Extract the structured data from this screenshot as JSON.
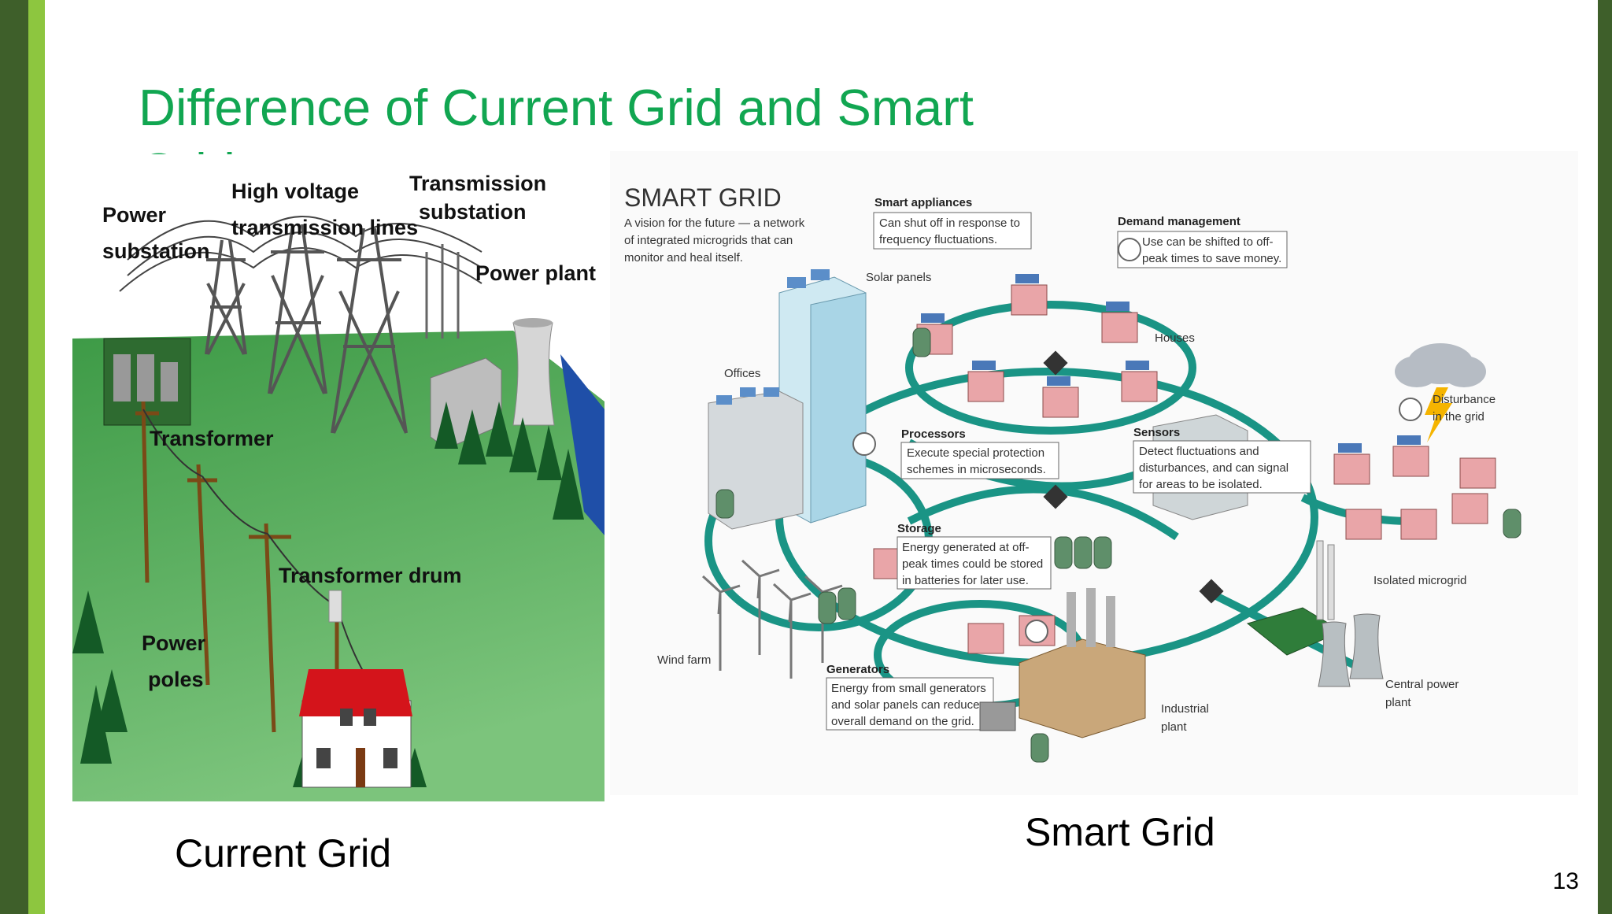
{
  "slide": {
    "title": "Difference of Current Grid and Smart Grid",
    "page_number": "13",
    "captions": {
      "left": "Current Grid",
      "right": "Smart Grid"
    }
  },
  "current_grid_figure": {
    "labels": {
      "power_substation": [
        "Power",
        "substation"
      ],
      "high_voltage": [
        "High voltage",
        "transmission lines"
      ],
      "transmission_substation": [
        "Transmission",
        "substation"
      ],
      "power_plant": "Power plant",
      "transformer": "Transformer",
      "transformer_drum": "Transformer drum",
      "power_poles": [
        "Power",
        "poles"
      ]
    }
  },
  "smart_grid_figure": {
    "heading": "SMART GRID",
    "intro": [
      "A vision for the future — a network",
      "of integrated microgrids that can",
      "monitor and heal itself."
    ],
    "smart_appliances": {
      "title": "Smart appliances",
      "text": [
        "Can shut off in response to",
        "frequency fluctuations."
      ]
    },
    "demand_management": {
      "title": "Demand management",
      "text": [
        "Use can be shifted to off-",
        "peak times to save money."
      ]
    },
    "solar_panels": "Solar panels",
    "houses": "Houses",
    "offices": "Offices",
    "processors": {
      "title": "Processors",
      "text": [
        "Execute special protection",
        "schemes in microseconds."
      ]
    },
    "sensors": {
      "title": "Sensors",
      "text": [
        "Detect fluctuations and",
        "disturbances, and can signal",
        "for areas to be isolated."
      ]
    },
    "disturbance": [
      "Disturbance",
      "in the grid"
    ],
    "storage": {
      "title": "Storage",
      "text": [
        "Energy generated at off-",
        "peak times could be stored",
        "in batteries for later use."
      ]
    },
    "wind_farm": "Wind farm",
    "isolated_microgrid": "Isolated microgrid",
    "generators": {
      "title": "Generators",
      "text": [
        "Energy from small generators",
        "and solar panels can reduce",
        "overall demand on the grid."
      ]
    },
    "industrial_plant": [
      "Industrial",
      "plant"
    ],
    "central_power_plant": [
      "Central power",
      "plant"
    ]
  }
}
